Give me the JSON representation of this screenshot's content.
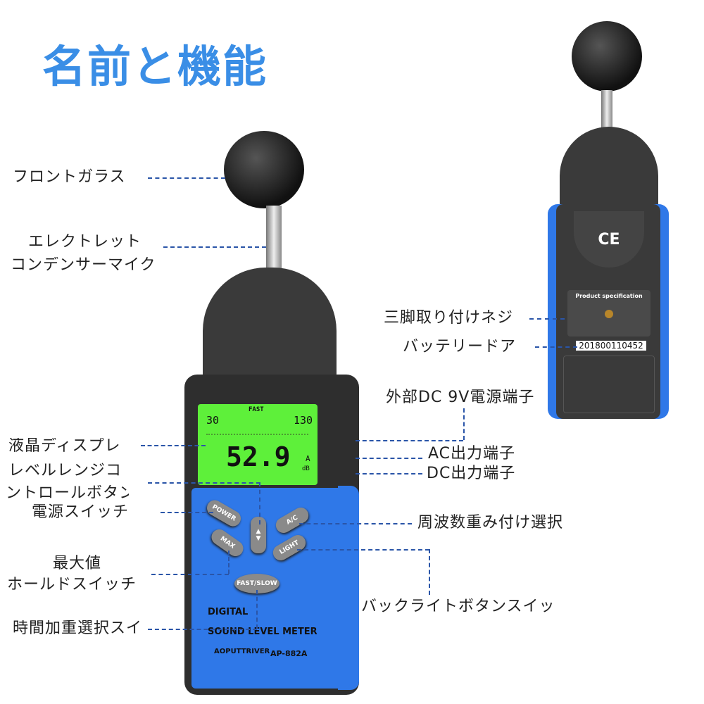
{
  "title": "名前と機能",
  "labels": {
    "front_glass": "フロントガラス",
    "mic_1": "エレクトレット",
    "mic_2": "コンデンサーマイク",
    "lcd": "液晶ディスプレ",
    "range_1": "レベルレンジコ",
    "range_2": "ントロールボタン",
    "power": "電源スイッチ",
    "max_1": "最大値",
    "max_2": "ホールドスイッチ",
    "time_weight": "時間加重選択スイ",
    "tripod": "三脚取り付けネジ",
    "battery": "バッテリードア",
    "dc9v": "外部DC 9V電源端子",
    "ac_out": "AC出力端子",
    "dc_out": "DC出力端子",
    "freq_weight": "周波数重み付け選択",
    "backlight": "バックライトボタンスイッ"
  },
  "device": {
    "mode": "FAST",
    "range_low": "30",
    "range_high": "130",
    "reading": "52.9",
    "unit": "dB",
    "weighting": "A",
    "buttons": {
      "power": "POWER",
      "ac": "A/C",
      "max": "MAX",
      "light": "LIGHT",
      "fast_slow": "FAST/SLOW",
      "up": "▲",
      "down": "▼"
    },
    "name_1": "DIGITAL",
    "name_2": "SOUND LEVEL METER",
    "brand": "AOPUTTRIVER",
    "model": "AP-882A"
  },
  "back": {
    "spec_title": "Product specification",
    "serial": "201800110452",
    "ce": "CE"
  },
  "colors": {
    "accent": "#3a8ee6",
    "lcd": "#5ef03a",
    "body_blue": "#2f78e8",
    "line": "#2a55a8"
  }
}
